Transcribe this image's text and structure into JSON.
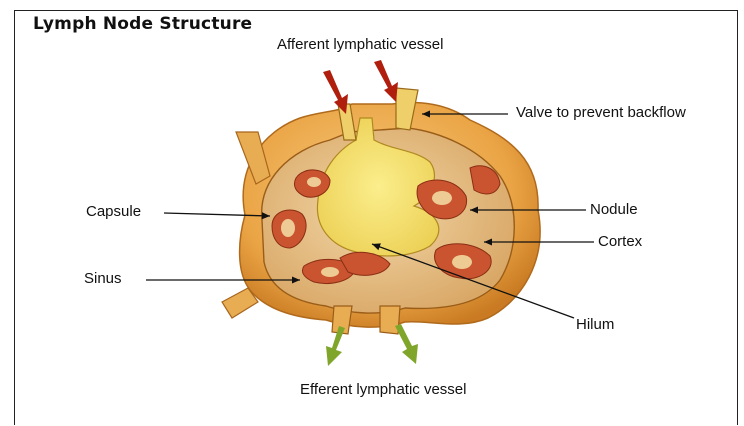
{
  "title": "Lymph Node Structure",
  "labels": {
    "afferent": "Afferent lymphatic vessel",
    "valve": "Valve to prevent backflow",
    "capsule": "Capsule",
    "nodule": "Nodule",
    "cortex": "Cortex",
    "sinus": "Sinus",
    "hilum": "Hilum",
    "efferent": "Efferent lymphatic vessel"
  },
  "colors": {
    "inflow_arrow": "#b01e0e",
    "outflow_arrow": "#7fa62a",
    "tissue": "#e8ad52",
    "medulla": "#f4e06a",
    "nodule": "#c9542f"
  }
}
